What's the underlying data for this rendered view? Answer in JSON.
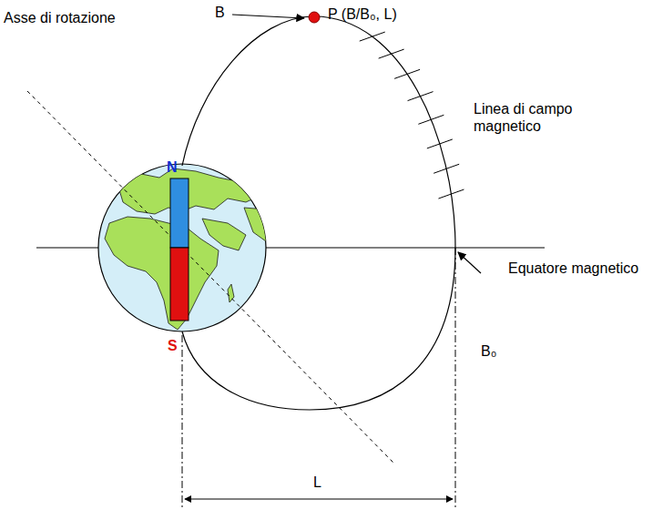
{
  "diagram": {
    "labels": [
      "Asse di rotazione",
      "B",
      "P (B/B₀, L)",
      "N",
      "S",
      "Linea di campo magnetico",
      "Equatore magnetico",
      "B₀",
      "L"
    ]
  }
}
